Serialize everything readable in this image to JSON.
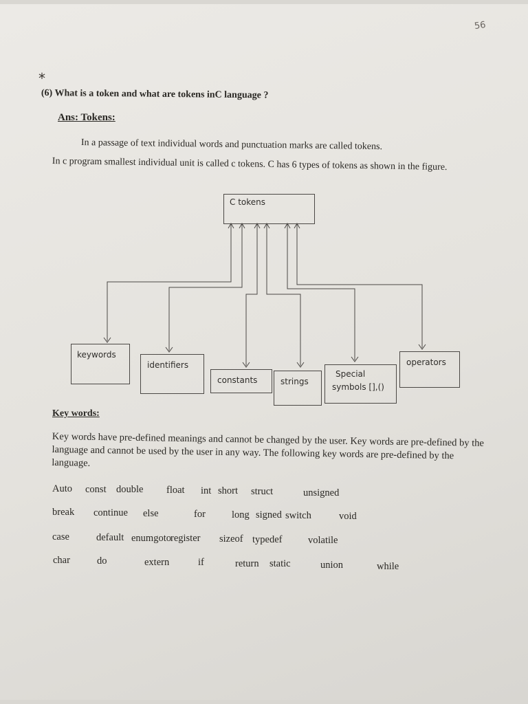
{
  "page_number": "56",
  "question": {
    "marker": "*",
    "number": "(6)",
    "text": "What is a token and what  are tokens inC language ?"
  },
  "answer_heading": "Ans:  Tokens:",
  "paragraph1": "In a passage of text individual words and punctuation marks are called tokens.",
  "paragraph2": "In c program smallest individual unit is called c tokens. C has 6 types of tokens as shown in the figure.",
  "diagram": {
    "root": "C tokens",
    "nodes": {
      "keywords": "keywords",
      "identifiers": "identifiers",
      "constants": "constants",
      "strings": "strings",
      "special_line1": "Special",
      "special_line2": "symbols [],()",
      "operators": "operators"
    }
  },
  "keywords_section": {
    "heading": "Key words:",
    "paragraph": "Key words have pre-defined meanings and cannot be changed by the user. Key words are pre-defined by the language and cannot be used by the user in any way. The following key words are pre-defined by the language.",
    "rows": [
      [
        "Auto",
        "const",
        "double",
        "float",
        "int",
        "short",
        "struct",
        "unsigned"
      ],
      [
        "break",
        "continue",
        "else",
        "for",
        "long",
        "signed",
        "switch",
        "void"
      ],
      [
        "case",
        "default",
        "enumgoto",
        "register",
        "sizeof",
        "typedef",
        "volatile"
      ],
      [
        "char",
        "do",
        "extern",
        "if",
        "return",
        "static",
        "union",
        "while"
      ]
    ]
  }
}
